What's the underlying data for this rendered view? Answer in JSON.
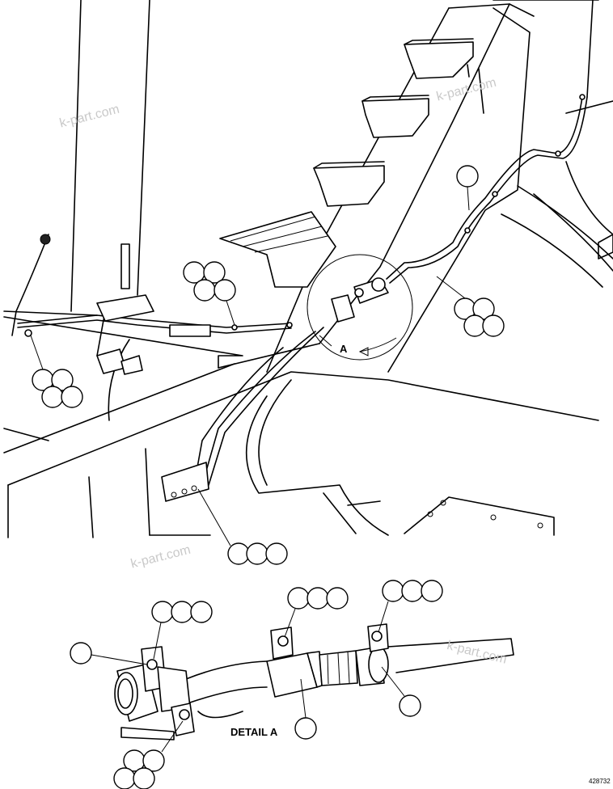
{
  "labels": {
    "view_arrow": "A",
    "detail_title": "DETAIL A",
    "figure_number": "428732"
  },
  "watermarks": [
    "k-part.com",
    "k-part.com",
    "k-part.com",
    "k-part.com"
  ],
  "colors": {
    "line": "#000000",
    "background": "#ffffff",
    "watermark": "#c9c9c9"
  }
}
